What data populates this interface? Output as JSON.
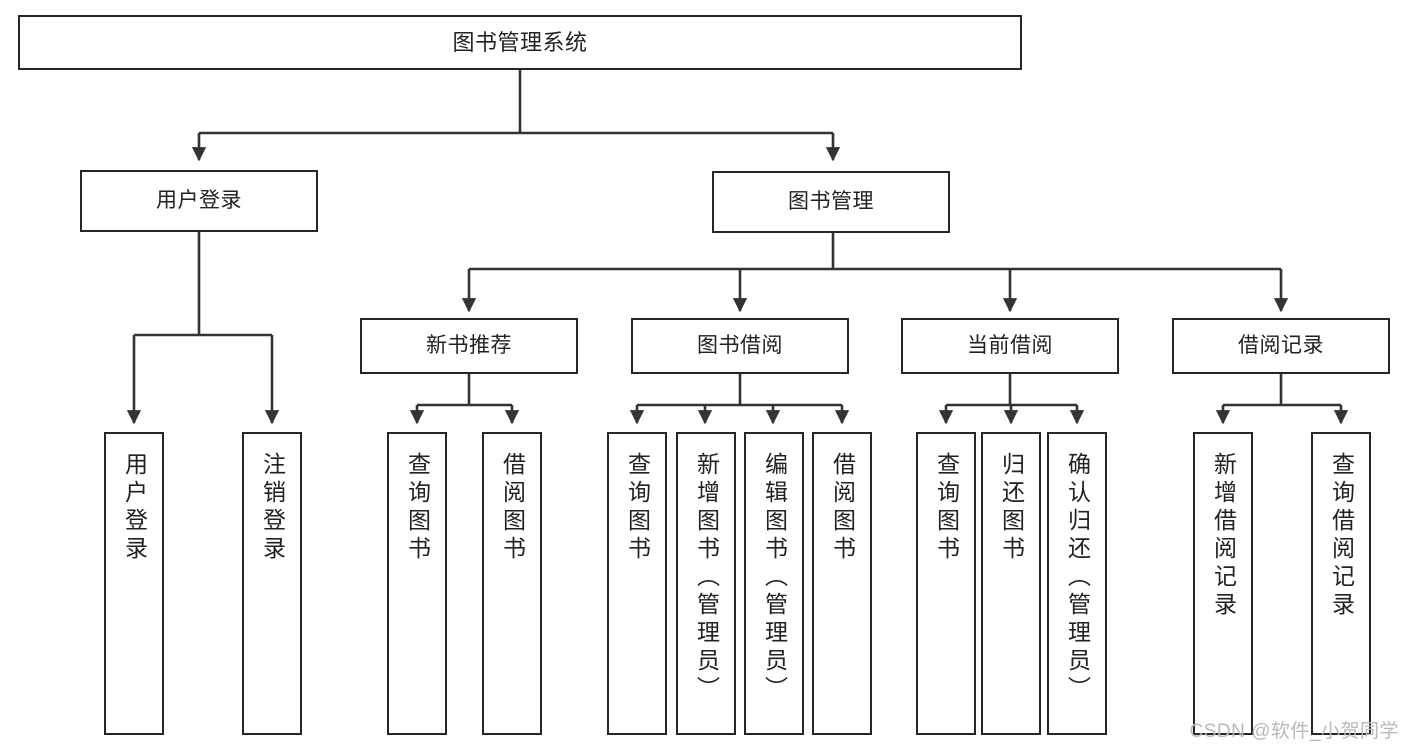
{
  "diagram": {
    "title": "图书管理系统",
    "type": "tree-hierarchy",
    "watermark": "CSDN @软件_小贺同学",
    "colors": {
      "box_border": "#262626",
      "box_fill": "#ffffff",
      "connector": "#333333",
      "text": "#222222",
      "watermark": "#b9b9b9"
    },
    "root": {
      "label": "图书管理系统"
    },
    "level2": [
      {
        "label": "用户登录"
      },
      {
        "label": "图书管理"
      }
    ],
    "level3": [
      {
        "label": "新书推荐"
      },
      {
        "label": "图书借阅"
      },
      {
        "label": "当前借阅"
      },
      {
        "label": "借阅记录"
      }
    ],
    "leaves": {
      "user_login": [
        {
          "label": "用户登录"
        },
        {
          "label": "注销登录"
        }
      ],
      "new_book_recommend": [
        {
          "label": "查询图书"
        },
        {
          "label": "借阅图书"
        }
      ],
      "book_borrow": [
        {
          "label": "查询图书"
        },
        {
          "label": "新增图书（管理员）"
        },
        {
          "label": "编辑图书（管理员）"
        },
        {
          "label": "借阅图书"
        }
      ],
      "current_borrow": [
        {
          "label": "查询图书"
        },
        {
          "label": "归还图书"
        },
        {
          "label": "确认归还（管理员）"
        }
      ],
      "borrow_record": [
        {
          "label": "新增借阅记录"
        },
        {
          "label": "查询借阅记录"
        }
      ]
    }
  }
}
